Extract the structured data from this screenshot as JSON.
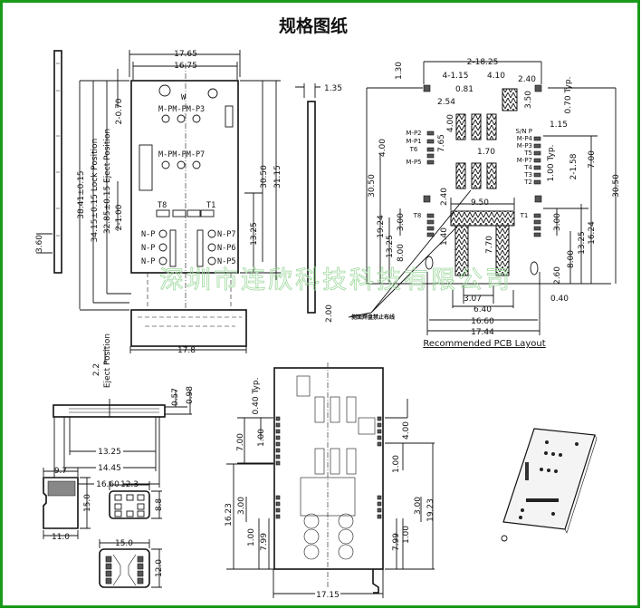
{
  "title": "规格图纸",
  "watermark": "深圳市连欣科技科技有限公司",
  "border_color": "#1a9a1a",
  "main_view": {
    "dims": {
      "w1": "17.65",
      "w2": "16.75",
      "tray_w": "17.8",
      "h_total": "38.41±0.15",
      "lock": "34.15±0.15 Lock Position",
      "eject": "32.85±0.15 Eject Position",
      "d_070": "2-0.70",
      "d_100": "2-1.00",
      "h_3050": "30.50",
      "h_3115": "31.15",
      "h_1325": "13.25",
      "side_360": "3.60",
      "side_135": "1.35",
      "eject_22": "2.2",
      "eject_pos": "Eject Position"
    },
    "labels": {
      "w": "W",
      "row1": "M-PM-PM-P3",
      "row2": "M-PM-PM-P7",
      "t8": "T8",
      "t1": "T1",
      "np_l1": "N-P",
      "np_l2": "N-P",
      "np_l3": "N-P",
      "np7": "N-P7",
      "np6": "N-P6",
      "np5": "N-P5"
    }
  },
  "pcb_layout": {
    "title": "Recommended PCB Layout",
    "note": "侧面焊盘禁止布线",
    "dims": {
      "d1": "2-18.25",
      "d2": "1.30",
      "d3": "4-1.15",
      "d4": "4.10",
      "d5": "2.40",
      "d6": "0.81",
      "d7": "3.50",
      "d8": "0.70 Typ.",
      "d9": "2.54",
      "d10": "1.15",
      "d11": "7.65",
      "d12": "4.00",
      "d13": "4.00",
      "d14": "1.70",
      "d15": "1.00 Typ.",
      "d16": "2-1.58",
      "d17": "7.00",
      "d18": "30.50",
      "d19": "30.50",
      "d20": "2.40",
      "d21": "9.50",
      "d22": "19.24",
      "d23": "3.00",
      "d24": "3.00",
      "d25": "13.25",
      "d26": "13.25",
      "d27": "16.24",
      "d28": "1.40",
      "d29": "7.70",
      "d30": "8.00",
      "d31": "8.00",
      "d32": "2.60",
      "d33": "3.07",
      "d34": "0.40",
      "d35": "6.40",
      "d36": "16.60",
      "d37": "17.44",
      "d38": "2.00"
    },
    "pins_left": [
      "M-P2",
      "M-P1",
      "T6",
      "M-P5"
    ],
    "pins_right_label": "S/N P",
    "pins_right": [
      "M-P4",
      "M-P3",
      "T5",
      "M-P7",
      "T4",
      "T3",
      "T2"
    ],
    "pins_bl": "T8",
    "pins_br": "T1"
  },
  "side_view": {
    "d1": "0.57",
    "d2": "0.98",
    "d3": "13.25",
    "d4": "14.45",
    "d5": "16.60"
  },
  "cards": {
    "micro": {
      "w": "9.7",
      "h": "15.0",
      "w2": "11.0"
    },
    "nano": {
      "w": "12.3",
      "h": "8.8"
    },
    "micro_sim": {
      "w": "15.0",
      "h": "12.0"
    }
  },
  "bottom_view": {
    "d1": "0.40 Typ.",
    "d2": "7.00",
    "d3": "1.00",
    "d4": "4.00",
    "d5": "1.00",
    "d6": "19.23",
    "d7": "16.23",
    "d8": "3.00",
    "d9": "3.00",
    "d10": "1.00",
    "d11": "7.99",
    "d12": "7.99",
    "d13": "1.00",
    "d14": "17.15"
  }
}
